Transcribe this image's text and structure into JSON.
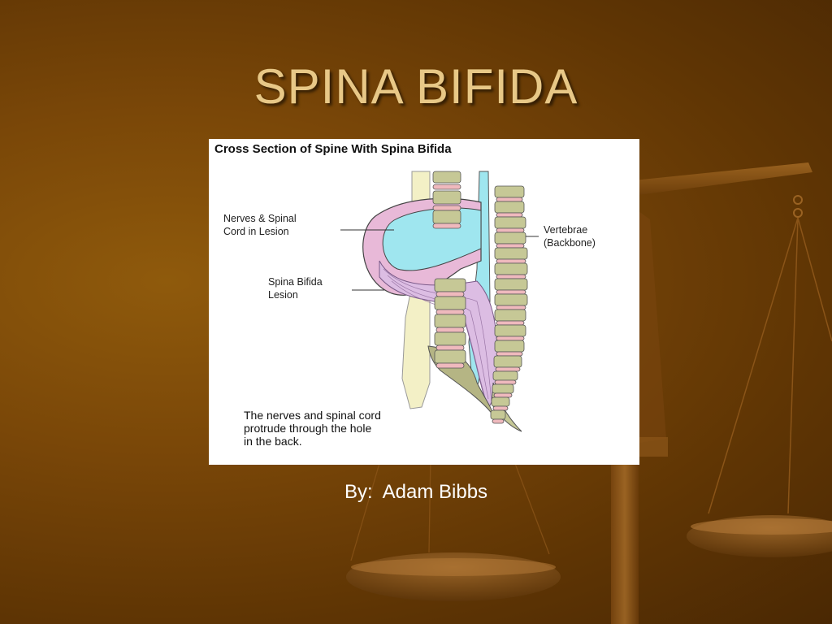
{
  "slide": {
    "title": "SPINA BIFIDA",
    "byline": "By:  Adam Bibbs"
  },
  "figure": {
    "title": "Cross Section of Spine With Spina Bifida",
    "labels": {
      "nerves": "Nerves & Spinal\nCord in Lesion",
      "lesion": "Spina Bifida\nLesion",
      "vertebrae": "Vertebrae\n(Backbone)"
    },
    "caption": "The nerves and spinal cord\nprotrude through the hole\nin the back."
  },
  "colors": {
    "background": "#6b3c06",
    "title": "#e8c887",
    "scales": "#8a5418",
    "vertebra_green": "#c6c896",
    "disc_pink": "#efb9bd",
    "csf_blue": "#9fe6ef",
    "nerve_violet": "#dcbde3"
  },
  "icons": [
    "balance-scale-icon"
  ]
}
